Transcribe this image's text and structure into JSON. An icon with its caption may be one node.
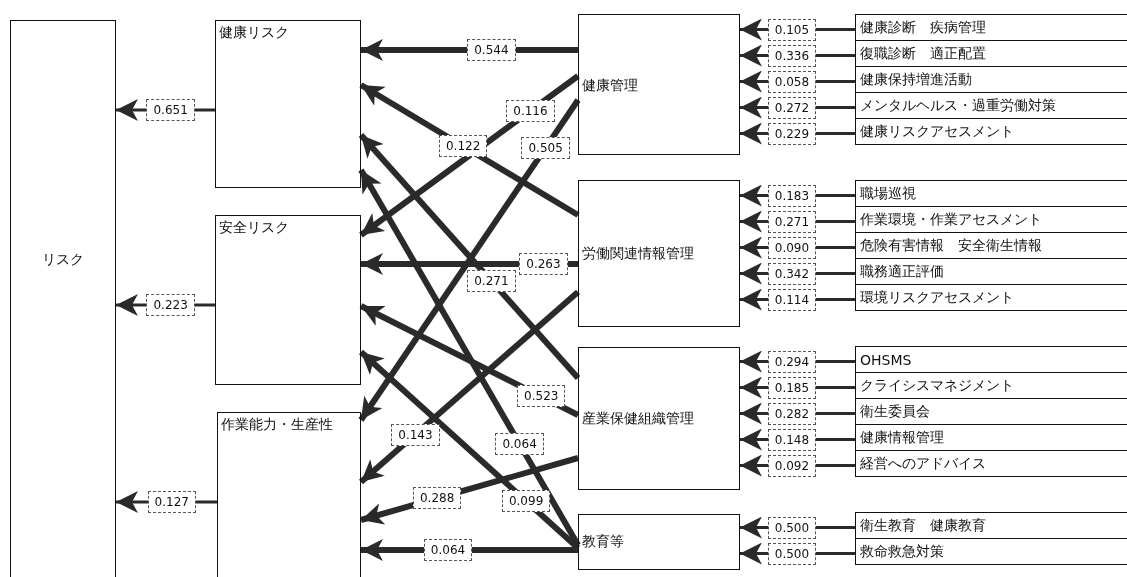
{
  "diagram": {
    "nodes": [
      {
        "text": [
          "リスク"
        ]
      },
      {
        "text": [
          "健康リスク"
        ]
      },
      {
        "text": [
          "安全リスク"
        ]
      },
      {
        "text": [
          "作業能力・生産性"
        ]
      },
      {
        "text": [
          "健康管理"
        ]
      },
      {
        "text": [
          "労働関連情報管理"
        ]
      },
      {
        "text": [
          "産業保健組織管理"
        ]
      },
      {
        "text": [
          "教育等"
        ]
      },
      {
        "text": [
          "健康診断　疾病管理"
        ]
      },
      {
        "text": [
          "復職診断　適正配置"
        ]
      },
      {
        "text": [
          "健康保持増進活動"
        ]
      },
      {
        "text": [
          "メンタルヘルス・過重労働対策"
        ]
      },
      {
        "text": [
          "健康リスクアセスメント"
        ]
      },
      {
        "text": [
          "職場巡視"
        ]
      },
      {
        "text": [
          "作業環境・作業アセスメント"
        ]
      },
      {
        "text": [
          "危険有害情報　安全衛生情報"
        ]
      },
      {
        "text": [
          "職務適正評価"
        ]
      },
      {
        "text": [
          "環境リスクアセスメント"
        ]
      },
      {
        "text": [
          "OHSMS"
        ]
      },
      {
        "text": [
          "クライシスマネジメント"
        ]
      },
      {
        "text": [
          "衛生委員会"
        ]
      },
      {
        "text": [
          "健康情報管理"
        ]
      },
      {
        "text": [
          "経営へのアドバイス"
        ]
      },
      {
        "text": [
          "衛生教育　健康教育"
        ]
      },
      {
        "text": [
          "救命救急対策"
        ]
      }
    ],
    "edges": [
      {
        "from": 1,
        "to": 0,
        "arrow": "to",
        "label": "0.651"
      },
      {
        "from": 2,
        "to": 0,
        "arrow": "to",
        "label": "0.223"
      },
      {
        "from": 3,
        "to": 0,
        "arrow": "to",
        "label": "0.127"
      },
      {
        "from": 4,
        "to": 1,
        "arrow": "to",
        "label": "0.544",
        "style": "thick"
      },
      {
        "from": 4,
        "to": 2,
        "arrow": "to",
        "label": "0.116",
        "style": "thick"
      },
      {
        "from": 4,
        "to": 3,
        "arrow": "to",
        "label": "0.505",
        "style": "thick"
      },
      {
        "from": 5,
        "to": 1,
        "arrow": "to",
        "label": "0.122",
        "style": "thick"
      },
      {
        "from": 5,
        "to": 2,
        "arrow": "to",
        "label": "0.263",
        "style": "thick"
      },
      {
        "from": 5,
        "to": 3,
        "arrow": "to",
        "label": "0.143",
        "style": "thick"
      },
      {
        "from": 6,
        "to": 1,
        "arrow": "to",
        "label": "0.271",
        "style": "thick"
      },
      {
        "from": 6,
        "to": 2,
        "arrow": "to",
        "label": "0.523",
        "style": "thick"
      },
      {
        "from": 6,
        "to": 3,
        "arrow": "to",
        "label": "0.288",
        "style": "thick"
      },
      {
        "from": 7,
        "to": 1,
        "arrow": "to",
        "label": "0.064",
        "style": "thick"
      },
      {
        "from": 7,
        "to": 2,
        "arrow": "to",
        "label": "0.099",
        "style": "thick"
      },
      {
        "from": 7,
        "to": 3,
        "arrow": "to",
        "label": "0.064",
        "style": "thick"
      },
      {
        "from": 8,
        "to": 4,
        "arrow": "to",
        "label": "0.105"
      },
      {
        "from": 9,
        "to": 4,
        "arrow": "to",
        "label": "0.336"
      },
      {
        "from": 10,
        "to": 4,
        "arrow": "to",
        "label": "0.058"
      },
      {
        "from": 11,
        "to": 4,
        "arrow": "to",
        "label": "0.272"
      },
      {
        "from": 12,
        "to": 4,
        "arrow": "to",
        "label": "0.229"
      },
      {
        "from": 13,
        "to": 5,
        "arrow": "to",
        "label": "0.183"
      },
      {
        "from": 14,
        "to": 5,
        "arrow": "to",
        "label": "0.271"
      },
      {
        "from": 15,
        "to": 5,
        "arrow": "to",
        "label": "0.090"
      },
      {
        "from": 16,
        "to": 5,
        "arrow": "to",
        "label": "0.342"
      },
      {
        "from": 17,
        "to": 5,
        "arrow": "to",
        "label": "0.114"
      },
      {
        "from": 18,
        "to": 6,
        "arrow": "to",
        "label": "0.294"
      },
      {
        "from": 19,
        "to": 6,
        "arrow": "to",
        "label": "0.185"
      },
      {
        "from": 20,
        "to": 6,
        "arrow": "to",
        "label": "0.282"
      },
      {
        "from": 21,
        "to": 6,
        "arrow": "to",
        "label": "0.148"
      },
      {
        "from": 22,
        "to": 6,
        "arrow": "to",
        "label": "0.092"
      },
      {
        "from": 23,
        "to": 7,
        "arrow": "to",
        "label": "0.500"
      },
      {
        "from": 24,
        "to": 7,
        "arrow": "to",
        "label": "0.500"
      }
    ]
  }
}
